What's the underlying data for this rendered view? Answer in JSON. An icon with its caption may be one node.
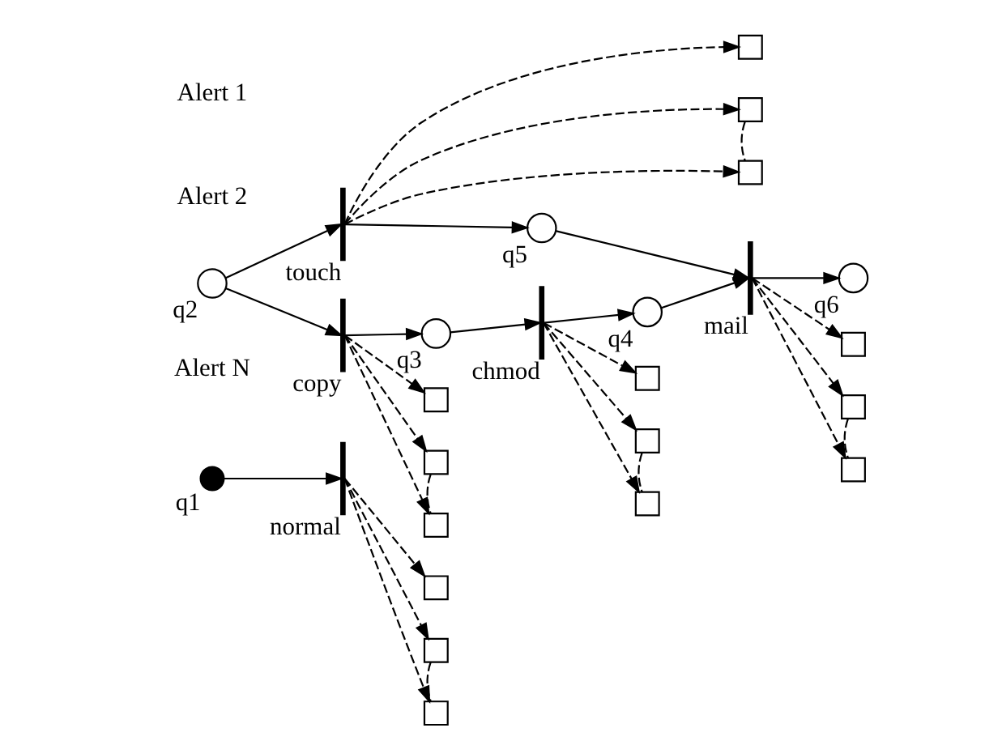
{
  "diagram": {
    "nodes": [
      {
        "text": [
          "q1"
        ]
      },
      {
        "text": [
          "normal"
        ]
      },
      {
        "text": [
          "q2"
        ]
      },
      {
        "text": [
          "copy"
        ]
      },
      {
        "text": [
          "q3"
        ]
      },
      {
        "text": [
          "chmod"
        ]
      },
      {
        "text": [
          "q4"
        ]
      },
      {
        "text": [
          "mail"
        ]
      },
      {
        "text": [
          "q6"
        ]
      },
      {
        "text": [
          "touch"
        ]
      },
      {
        "text": [
          "q5"
        ]
      },
      {
        "text": [],
        "shape": "box"
      },
      {
        "text": [],
        "shape": "box"
      },
      {
        "text": [],
        "shape": "box"
      },
      {
        "text": [],
        "shape": "box"
      },
      {
        "text": [],
        "shape": "box"
      },
      {
        "text": [],
        "shape": "box"
      },
      {
        "text": [],
        "shape": "box"
      },
      {
        "text": [],
        "shape": "box"
      },
      {
        "text": [],
        "shape": "box"
      },
      {
        "text": [],
        "shape": "box"
      },
      {
        "text": [],
        "shape": "box"
      },
      {
        "text": [],
        "shape": "box"
      },
      {
        "text": [],
        "shape": "box"
      },
      {
        "text": [],
        "shape": "box"
      },
      {
        "text": [],
        "shape": "box"
      }
    ],
    "edges": [
      {
        "from": 0,
        "to": 1,
        "arrow": "to"
      },
      {
        "from": 2,
        "to": 3,
        "arrow": "to"
      },
      {
        "from": 2,
        "to": 9,
        "arrow": "to"
      },
      {
        "from": 3,
        "to": 4,
        "arrow": "to"
      },
      {
        "from": 4,
        "to": 5,
        "arrow": "to"
      },
      {
        "from": 5,
        "to": 6,
        "arrow": "to"
      },
      {
        "from": 6,
        "to": 7,
        "arrow": "to"
      },
      {
        "from": 9,
        "to": 10,
        "arrow": "to"
      },
      {
        "from": 10,
        "to": 7,
        "arrow": "to"
      },
      {
        "from": 7,
        "to": 8,
        "arrow": "to"
      },
      {
        "from": 9,
        "to": 11,
        "arrow": "to",
        "style": "dashed"
      },
      {
        "from": 9,
        "to": 16,
        "arrow": "to",
        "style": "dashed"
      },
      {
        "from": 9,
        "to": 21,
        "arrow": "to",
        "style": "dashed"
      },
      {
        "from": 3,
        "to": 12,
        "arrow": "to",
        "style": "dashed"
      },
      {
        "from": 3,
        "to": 17,
        "arrow": "to",
        "style": "dashed"
      },
      {
        "from": 3,
        "to": 22,
        "arrow": "to",
        "style": "dashed"
      },
      {
        "from": 1,
        "to": 13,
        "arrow": "to",
        "style": "dashed"
      },
      {
        "from": 1,
        "to": 18,
        "arrow": "to",
        "style": "dashed"
      },
      {
        "from": 1,
        "to": 23,
        "arrow": "to",
        "style": "dashed"
      },
      {
        "from": 5,
        "to": 14,
        "arrow": "to",
        "style": "dashed"
      },
      {
        "from": 5,
        "to": 19,
        "arrow": "to",
        "style": "dashed"
      },
      {
        "from": 5,
        "to": 24,
        "arrow": "to",
        "style": "dashed"
      },
      {
        "from": 7,
        "to": 15,
        "arrow": "to",
        "style": "dashed"
      },
      {
        "from": 7,
        "to": 20,
        "arrow": "to",
        "style": "dashed"
      },
      {
        "from": 7,
        "to": 25,
        "arrow": "to",
        "style": "dashed"
      },
      {
        "from": 16,
        "to": 21,
        "arrow": "none",
        "style": "dashed"
      },
      {
        "from": 17,
        "to": 22,
        "arrow": "none",
        "style": "dashed"
      },
      {
        "from": 18,
        "to": 23,
        "arrow": "none",
        "style": "dashed"
      },
      {
        "from": 19,
        "to": 24,
        "arrow": "none",
        "style": "dashed"
      },
      {
        "from": 20,
        "to": 25,
        "arrow": "none",
        "style": "dashed"
      }
    ],
    "labels": [
      "Alert 1",
      "Alert 2",
      "Alert N"
    ]
  }
}
